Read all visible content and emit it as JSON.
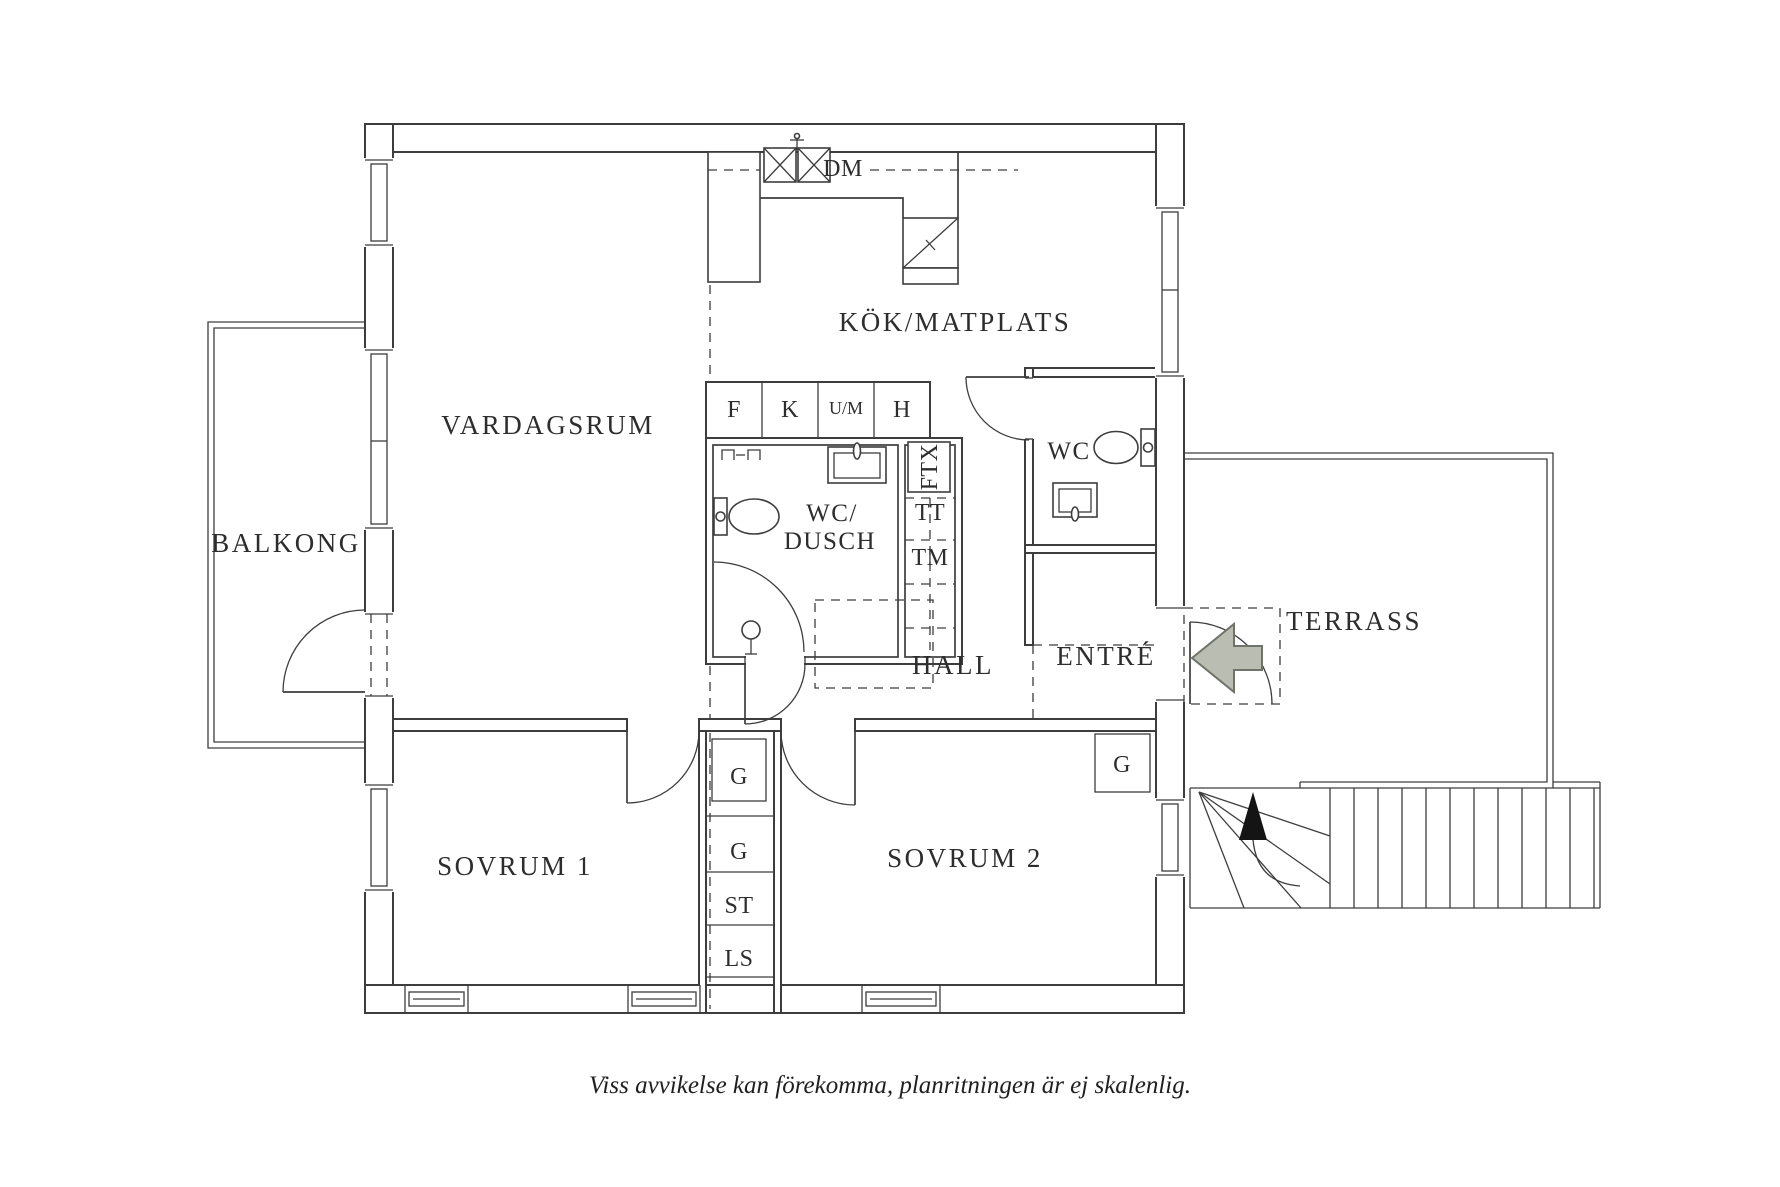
{
  "page": {
    "background": "#ffffff",
    "footer": "Viss avvikelse kan förekomma, planritningen är ej skalenlig."
  },
  "colors": {
    "line": "#3d3d3d",
    "text": "#2d2d2d",
    "arrow_fill": "#b9bdb2",
    "arrow_stroke": "#6f736a"
  },
  "rooms": {
    "vardagsrum": "VARDAGSRUM",
    "kok_matplats": "KÖK/MATPLATS",
    "balkong": "BALKONG",
    "wc_dusch_line1": "WC/",
    "wc_dusch_line2": "DUSCH",
    "wc": "WC",
    "hall": "HALL",
    "entre": "ENTRÉ",
    "terrass": "TERRASS",
    "sovrum1": "SOVRUM 1",
    "sovrum2": "SOVRUM 2"
  },
  "fixtures": {
    "dm": "DM",
    "f": "F",
    "k": "K",
    "um": "U/M",
    "h": "H",
    "ftx": "FTX",
    "tt": "TT",
    "tm": "TM",
    "g_hall": "G",
    "g_closet": "G",
    "st": "ST",
    "ls": "LS",
    "g_entre": "G"
  }
}
